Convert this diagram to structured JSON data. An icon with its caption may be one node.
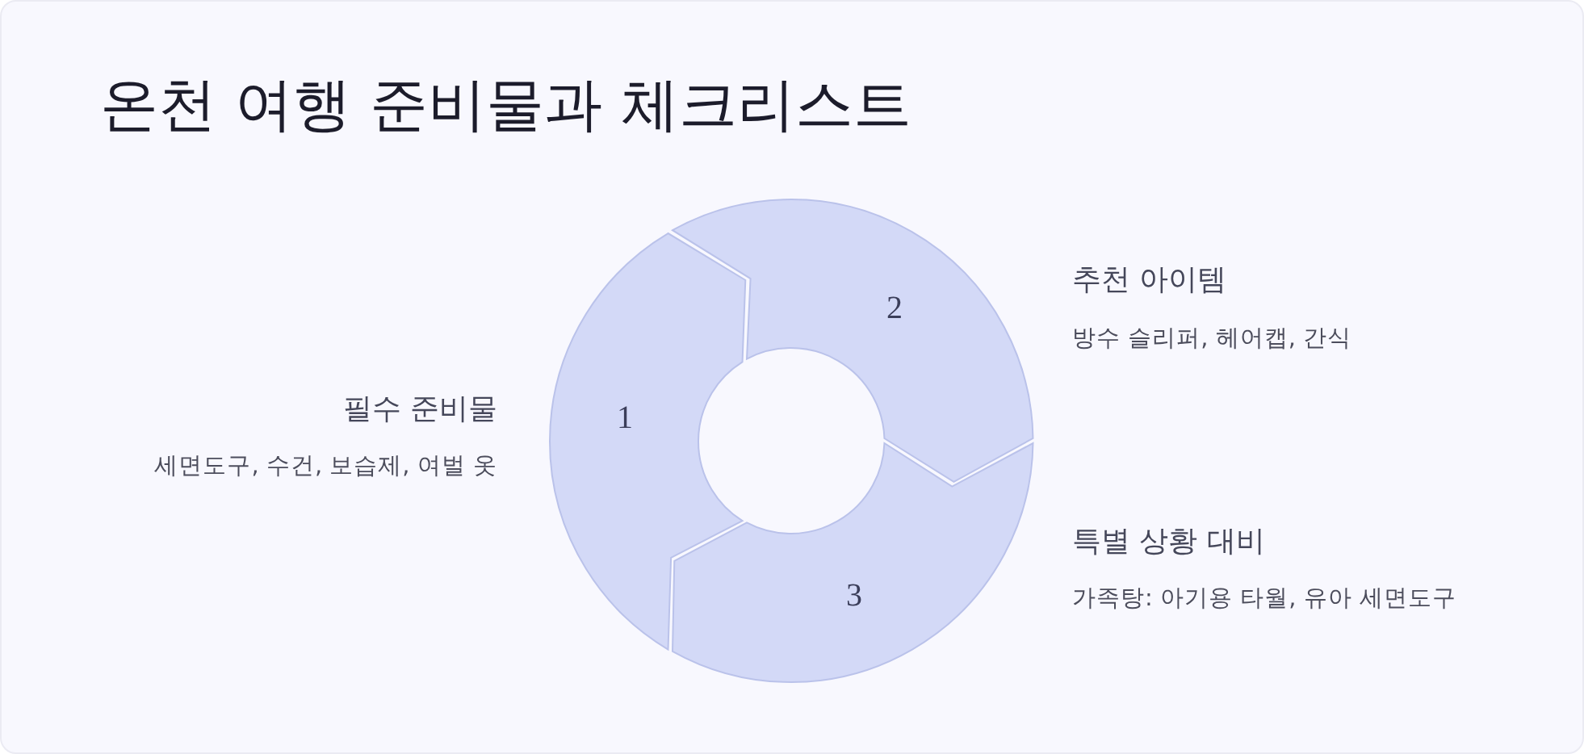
{
  "diagram": {
    "title": "온천 여행 준비물과 체크리스트",
    "nodes": [
      {
        "text": [
          "1"
        ],
        "beside": [
          "필수 준비물",
          "세면도구, 수건, 보습제, 여벌 옷"
        ]
      },
      {
        "text": [
          "2"
        ],
        "beside": [
          "추천 아이템",
          "방수 슬리퍼, 헤어캡, 간식"
        ]
      },
      {
        "text": [
          "3"
        ],
        "beside": [
          "특별 상황 대비",
          "가족탕: 아기용 타월, 유아 세면도구"
        ]
      }
    ]
  }
}
